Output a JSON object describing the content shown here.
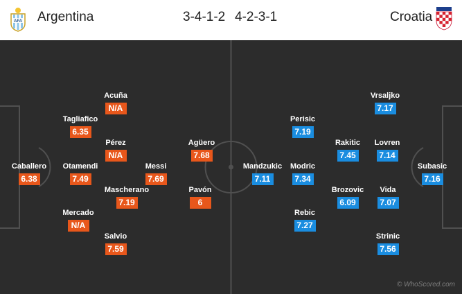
{
  "header": {
    "home_team": "Argentina",
    "home_formation": "3-4-1-2",
    "away_formation": "4-2-3-1",
    "away_team": "Croatia",
    "home_crest_text": "AFA"
  },
  "colors": {
    "home_rating": "#e8571b",
    "away_rating": "#1a8de0",
    "pitch": "#2c2c2c",
    "lines": "#505050"
  },
  "home_players": [
    {
      "id": "caballero",
      "name": "Caballero",
      "rating": "6.38"
    },
    {
      "id": "tagliafico",
      "name": "Tagliafico",
      "rating": "6.35"
    },
    {
      "id": "otamendi",
      "name": "Otamendi",
      "rating": "7.49"
    },
    {
      "id": "mercado",
      "name": "Mercado",
      "rating": "N/A"
    },
    {
      "id": "acuna",
      "name": "Acuña",
      "rating": "N/A"
    },
    {
      "id": "perez",
      "name": "Pérez",
      "rating": "N/A"
    },
    {
      "id": "mascherano",
      "name": "Mascherano",
      "rating": "7.19"
    },
    {
      "id": "salvio",
      "name": "Salvio",
      "rating": "7.59"
    },
    {
      "id": "messi",
      "name": "Messi",
      "rating": "7.69"
    },
    {
      "id": "aguero",
      "name": "Agüero",
      "rating": "7.68"
    },
    {
      "id": "pavon",
      "name": "Pavón",
      "rating": "6"
    }
  ],
  "away_players": [
    {
      "id": "mandzukic",
      "name": "Mandzukic",
      "rating": "7.11"
    },
    {
      "id": "perisic",
      "name": "Perisic",
      "rating": "7.19"
    },
    {
      "id": "modric",
      "name": "Modric",
      "rating": "7.34"
    },
    {
      "id": "rebic",
      "name": "Rebic",
      "rating": "7.27"
    },
    {
      "id": "rakitic",
      "name": "Rakitic",
      "rating": "7.45"
    },
    {
      "id": "brozovic",
      "name": "Brozovic",
      "rating": "6.09"
    },
    {
      "id": "vrsaljko",
      "name": "Vrsaljko",
      "rating": "7.17"
    },
    {
      "id": "lovren",
      "name": "Lovren",
      "rating": "7.14"
    },
    {
      "id": "vida",
      "name": "Vida",
      "rating": "7.07"
    },
    {
      "id": "strinic",
      "name": "Strinic",
      "rating": "7.56"
    },
    {
      "id": "subasic",
      "name": "Subasic",
      "rating": "7.16"
    }
  ],
  "credit": "© WhoScored.com"
}
